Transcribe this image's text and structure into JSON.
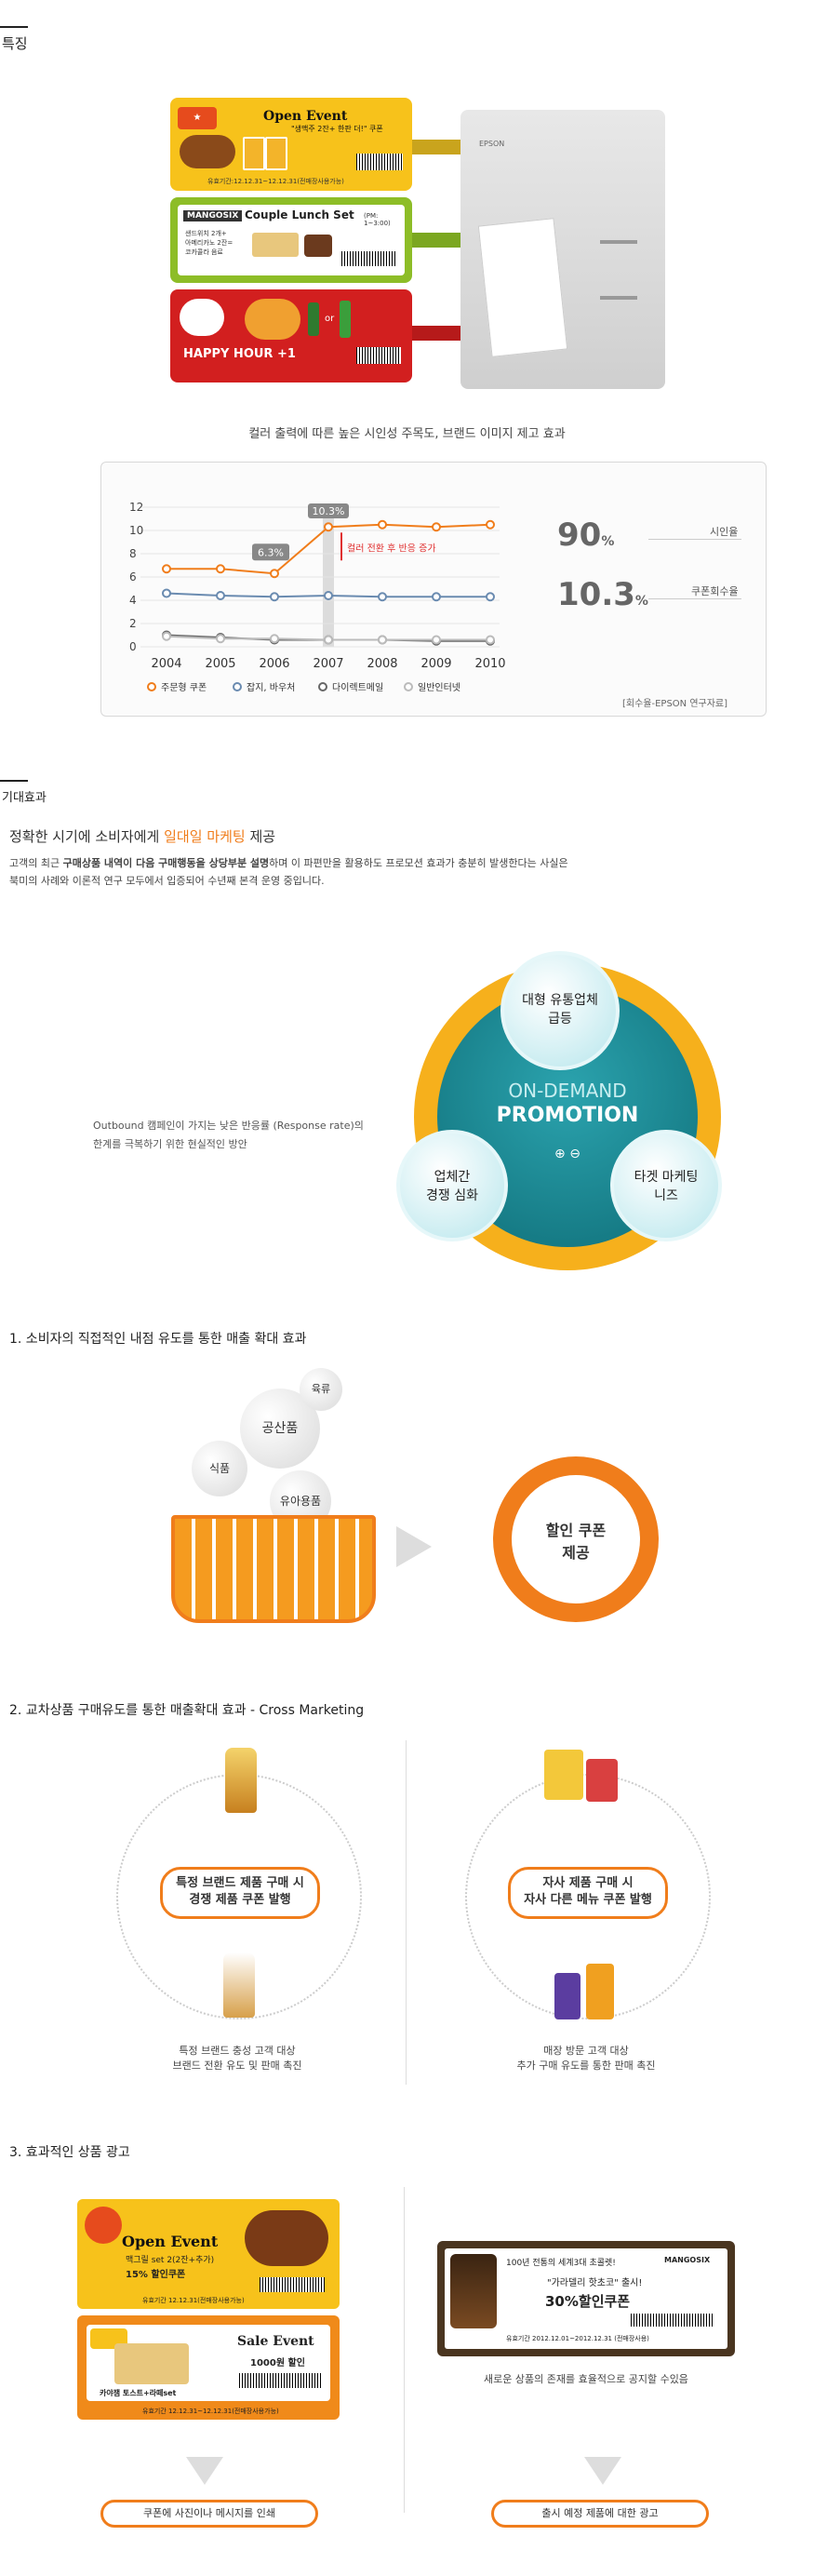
{
  "sec1": {
    "title": "특징"
  },
  "hero": {
    "c1": {
      "brand": "Open Event",
      "line1": "\"생맥주 2잔+ 한판 더!\" 쿠폰",
      "line2": "유효기간:12.12.31~12.12.31(전매장사용가능)"
    },
    "c2": {
      "brand": "MANGOSIX",
      "title": "Couple Lunch Set",
      "sub": "(PM: 1~3:00)",
      "line1": "샌드위치 2개+",
      "line2": "아메리카노 2잔=",
      "line3": "코카콜라 음료"
    },
    "c3": {
      "title": "HAPPY HOUR +1",
      "or": "or"
    },
    "printer_brand": "EPSON",
    "caption": "컬러 출력에 따른 높은 시인성 주목도, 브랜드 이미지 제고 효과"
  },
  "chart_data": {
    "type": "line",
    "x": [
      "2004",
      "2005",
      "2006",
      "2007",
      "2008",
      "2009",
      "2010"
    ],
    "series": [
      {
        "name": "주문형 쿠폰",
        "values": [
          6.7,
          6.7,
          6.3,
          10.3,
          10.5,
          10.3,
          10.5
        ],
        "color": "#f07d1b"
      },
      {
        "name": "잡지, 바우처",
        "values": [
          4.6,
          4.4,
          4.3,
          4.4,
          4.3,
          4.3,
          4.3
        ],
        "color": "#6a8bb0"
      },
      {
        "name": "다이렉트메일",
        "values": [
          1.0,
          0.8,
          0.6,
          0.6,
          0.6,
          0.5,
          0.5
        ],
        "color": "#666666"
      },
      {
        "name": "일반인터넷",
        "values": [
          0.9,
          0.7,
          0.7,
          0.6,
          0.6,
          0.6,
          0.6
        ],
        "color": "#bbbbbb"
      }
    ],
    "yticks": [
      "0",
      "2",
      "4",
      "6",
      "8",
      "10",
      "12"
    ],
    "ylim": [
      0,
      12
    ],
    "annot1": "6.3%",
    "annot2": "10.3%",
    "annot3": "컬러 전환 후 반응 증가",
    "stat1_value": "90",
    "stat1_unit": "%",
    "stat1_label": "시인율",
    "stat2_value": "10.3",
    "stat2_unit": "%",
    "stat2_label": "쿠폰회수율",
    "source": "[회수율-EPSON 연구자료]"
  },
  "sec2": {
    "title": "기대효과",
    "subhead_pre": "정확한 시기에 소비자에게 ",
    "subhead_hl": "일대일 마케팅",
    "subhead_post": " 제공",
    "para1_pre": "고객의 최근 ",
    "para1_bold": "구매상품 내역이 다음 구매행동을 상당부분 설명",
    "para1_post": "하며 이 파편만을 활용하도 프로모션 효과가 충분히 발생한다는 사실은",
    "para2": "북미의 사례와 이론적 연구 모두에서 입증되어 수년째 본격 운영 중입니다.",
    "left_note1": "Outbound 캠페인이 가지는 낮은 반응률 (Response rate)의",
    "left_note2": "한계를 극복하기 위한 현실적인 방안",
    "center1": "ON-DEMAND",
    "center2": "PROMOTION",
    "ctrl": "⊕ ⊖",
    "b_top1": "대형 유통업체",
    "b_top2": "급등",
    "b_left1": "업체간",
    "b_left2": "경쟁 심화",
    "b_right1": "타겟 마케팅",
    "b_right2": "니즈"
  },
  "sec3": {
    "title": "1. 소비자의 직접적인 내점 유도를 통한 매출 확대 효과",
    "b1": "공산품",
    "b2": "육류",
    "b3": "식품",
    "b4": "유아용품",
    "ring1": "할인 쿠폰",
    "ring2": "제공"
  },
  "sec4": {
    "title": "2. 교차상품 구매유도를 통한 매출확대 효과 - Cross Marketing",
    "p1a": "특정 브랜드 제품 구매 시",
    "p1b": "경쟁 제품 쿠폰 발행",
    "p2a": "자사 제품 구매 시",
    "p2b": "자사 다른 메뉴 쿠폰 발행",
    "cap1a": "특정 브랜드 충성 고객 대상",
    "cap1b": "브랜드 전환 유도 및 판매 촉진",
    "cap2a": "매장 방문 고객 대상",
    "cap2b": "추가 구매 유도를 통한 판매 촉진"
  },
  "sec5": {
    "title": "3. 효과적인 상품 광고",
    "oc1_title": "Open Event",
    "oc1_l1": "맥그릴 set 2(2잔+추가)",
    "oc1_l2": "15% 할인쿠폰",
    "oc1_foot": "유효기간 12.12.31(전매장사용가능)",
    "oc2_title": "Sale Event",
    "oc2_l1": "1000원 할인",
    "oc2_l2": "카야잼 토스트+라떼set",
    "oc2_foot": "유효기간 12.12.31~12.12.31(전매장사용가능)",
    "brown_l1": "100년 전통의 세계3대 초콜렛!",
    "brown_l2": "\"가라델리 핫초코\" 출시!",
    "brown_l3": "30%할인쿠폰",
    "brown_brand": "MANGOSIX",
    "brown_foot": "유효기간 2012.12.01~2012.12.31 (전매장사용)",
    "cap_right": "새로운 상품의 존재를 효율적으로 공지할 수있음",
    "pill_left": "쿠폰에 사진이나 메시지를 인쇄",
    "pill_right": "출시 예정 제품에 대한 광고"
  }
}
